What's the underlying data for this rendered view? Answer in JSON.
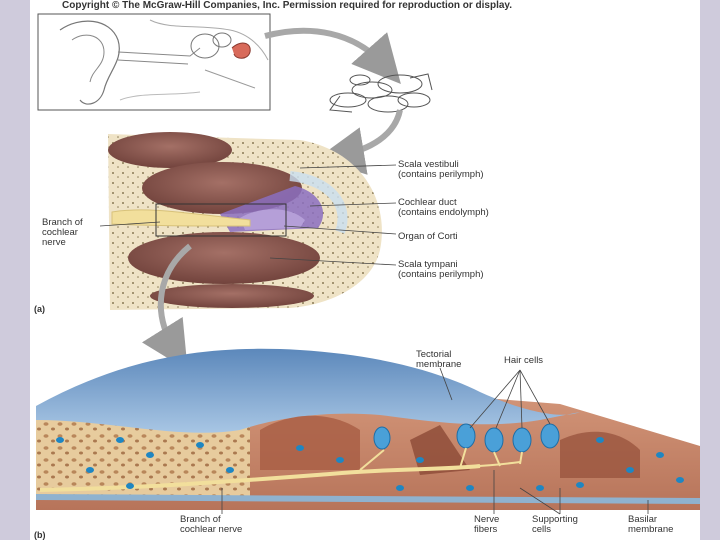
{
  "copyright": "Copyright © The McGraw-Hill Companies, Inc. Permission required for reproduction or display.",
  "panel_a": {
    "tag": "(a)",
    "labels": {
      "scala_vestibuli": [
        "Scala vestibuli",
        "(contains perilymph)"
      ],
      "cochlear_duct": [
        "Cochlear duct",
        "(contains endolymph)"
      ],
      "organ_of_corti": [
        "Organ of Corti"
      ],
      "scala_tympani": [
        "Scala tympani",
        "(contains perilymph)"
      ],
      "branch_cochlear_nerve": [
        "Branch of",
        "cochlear",
        "nerve"
      ]
    }
  },
  "panel_b": {
    "tag": "(b)",
    "labels": {
      "tectorial_membrane": [
        "Tectorial",
        "membrane"
      ],
      "hair_cells": [
        "Hair cells"
      ],
      "branch_cochlear_nerve": [
        "Branch of",
        "cochlear nerve"
      ],
      "nerve_fibers": [
        "Nerve",
        "fibers"
      ],
      "supporting_cells": [
        "Supporting",
        "cells"
      ],
      "basilar_membrane": [
        "Basilar",
        "membrane"
      ]
    }
  },
  "colors": {
    "bone": "#efe3c6",
    "chamber": "#8a5a52",
    "duct": "#8b6fc0",
    "membrane": "#6f9bc9",
    "tissue": "#c9886a",
    "nuclei": "#1f86c2",
    "nerve": "#f2df9c"
  }
}
